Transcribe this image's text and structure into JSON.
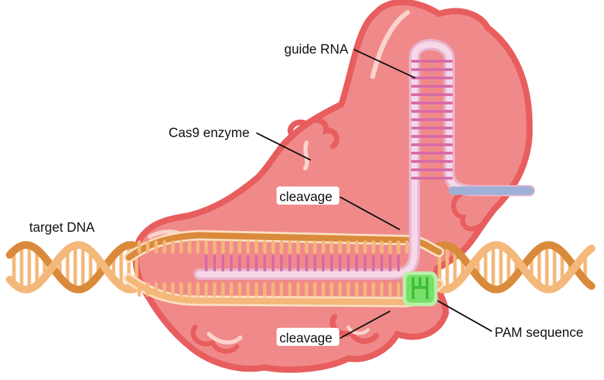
{
  "labels": {
    "guide_rna": "guide RNA",
    "cas9": "Cas9 enzyme",
    "cleavage_top": "cleavage",
    "cleavage_bottom": "cleavage",
    "target_dna": "target DNA",
    "pam": "PAM sequence"
  },
  "colors": {
    "enzyme_fill": "#f08a8a",
    "enzyme_outline": "#e85e5e",
    "enzyme_highlight": "#fbd2cc",
    "dna_light": "#f4b87a",
    "dna_dark": "#d98a3a",
    "dna_outline": "#fbe0c2",
    "rna_outer": "#e8b4d0",
    "rna_inner": "#f6d8e8",
    "rna_rung": "#d86aa8",
    "rna_tail": "#9fb0d6",
    "pam_fill": "#78e06a",
    "pam_glow": "#b8f0a8",
    "pam_mark": "#3cbf3a",
    "leader": "#111111"
  }
}
